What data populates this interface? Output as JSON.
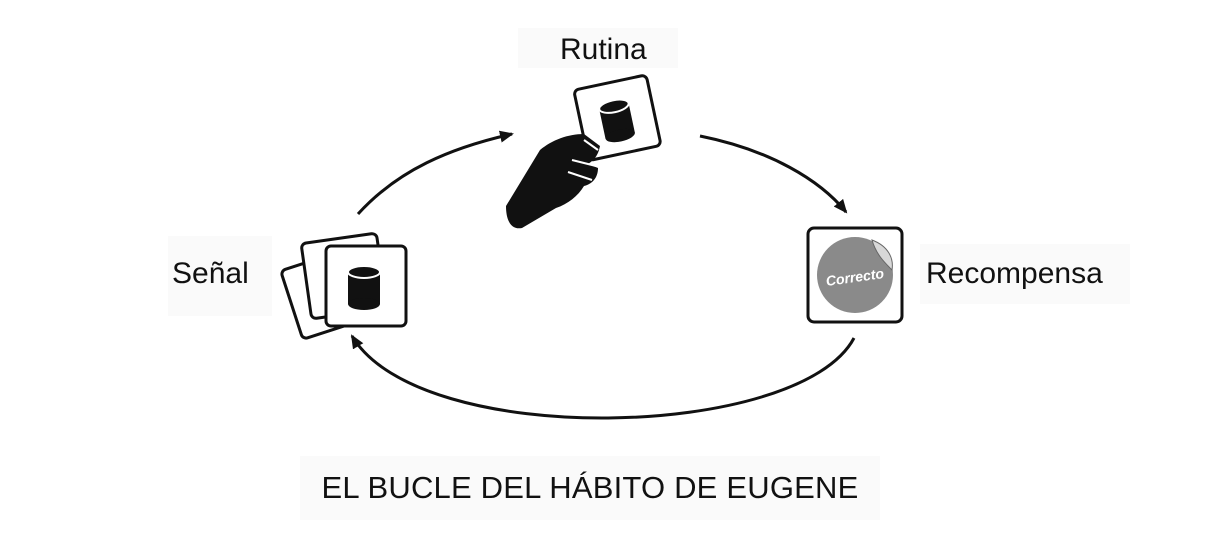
{
  "diagram": {
    "title": "EL BUCLE DEL HÁBITO DE EUGENE",
    "nodes": {
      "routine": "Rutina",
      "cue": "Señal",
      "reward": "Recompensa"
    },
    "reward_sticker_text": "Correcto"
  }
}
